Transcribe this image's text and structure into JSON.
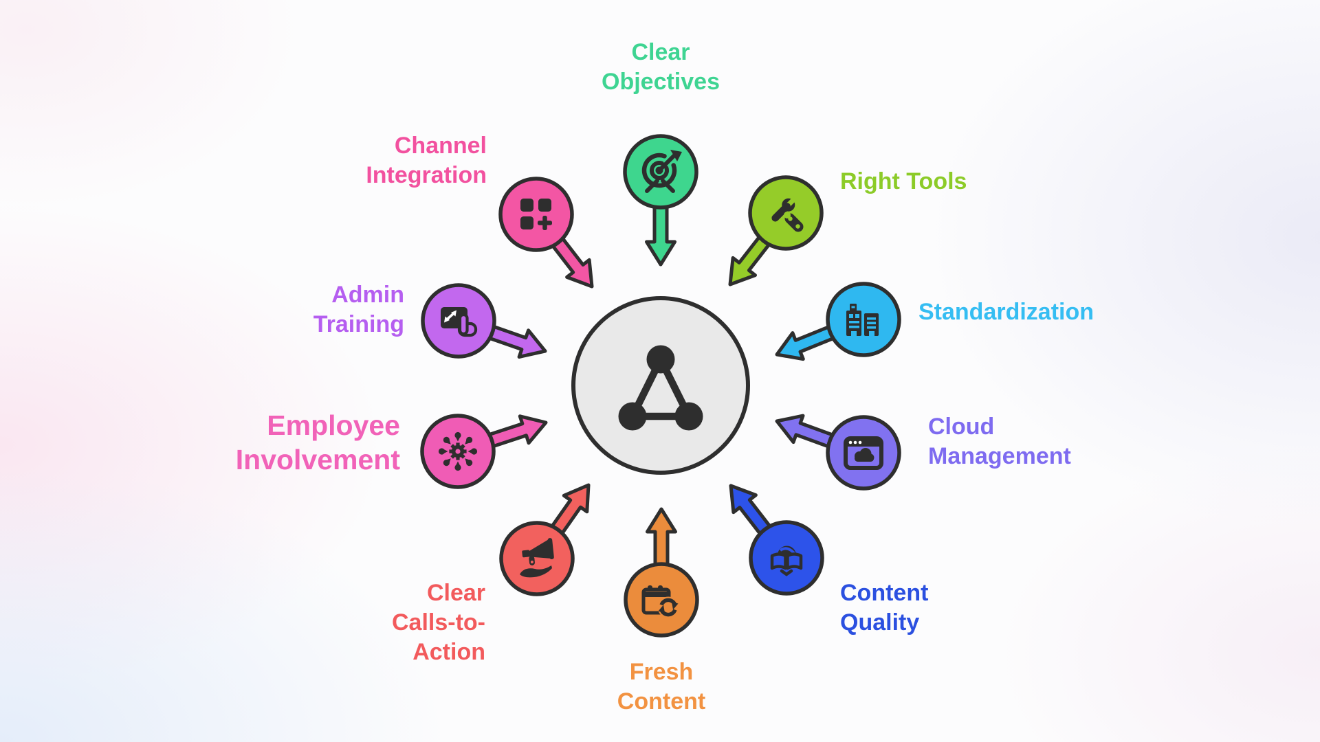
{
  "diagram": {
    "ink": "#2e2e2e",
    "center": {
      "icon": "network-nodes-icon",
      "fill": "#e9e9e9",
      "outline": "#2e2e2e"
    },
    "nodes": [
      {
        "id": "clear-objectives",
        "label_lines": [
          "Clear",
          "Objectives"
        ],
        "color": "#3ed492",
        "fill": "#3ed68e",
        "icon": "target-arrow-icon"
      },
      {
        "id": "right-tools",
        "label_lines": [
          "Right Tools"
        ],
        "color": "#8ccb28",
        "fill": "#95cc29",
        "icon": "tools-icon"
      },
      {
        "id": "standardization",
        "label_lines": [
          "Standardization"
        ],
        "color": "#35bdf2",
        "fill": "#2fb8f0",
        "icon": "buildings-icon"
      },
      {
        "id": "cloud-management",
        "label_lines": [
          "Cloud",
          "Management"
        ],
        "color": "#7e6bf0",
        "fill": "#8172f0",
        "icon": "browser-cloud-icon"
      },
      {
        "id": "content-quality",
        "label_lines": [
          "Content",
          "Quality"
        ],
        "color": "#2b50e0",
        "fill": "#2d53ea",
        "icon": "reading-book-icon"
      },
      {
        "id": "fresh-content",
        "label_lines": [
          "Fresh",
          "Content"
        ],
        "color": "#f29241",
        "fill": "#eb8c3c",
        "icon": "calendar-refresh-icon"
      },
      {
        "id": "clear-calls-to-action",
        "label_lines": [
          "Clear",
          "Calls-to-",
          "Action"
        ],
        "color": "#f25a5c",
        "fill": "#f2615e",
        "icon": "megaphone-hand-icon"
      },
      {
        "id": "employee-involvement",
        "label_lines": [
          "Employee",
          "Involvement"
        ],
        "color": "#f162b8",
        "fill": "#f05cb5",
        "icon": "hub-gear-icon"
      },
      {
        "id": "admin-training",
        "label_lines": [
          "Admin",
          "Training"
        ],
        "color": "#b55ef0",
        "fill": "#c268ee",
        "icon": "screen-touch-icon"
      },
      {
        "id": "channel-integration",
        "label_lines": [
          "Channel",
          "Integration"
        ],
        "color": "#f2519f",
        "fill": "#f356a4",
        "icon": "grid-plus-icon"
      }
    ]
  }
}
